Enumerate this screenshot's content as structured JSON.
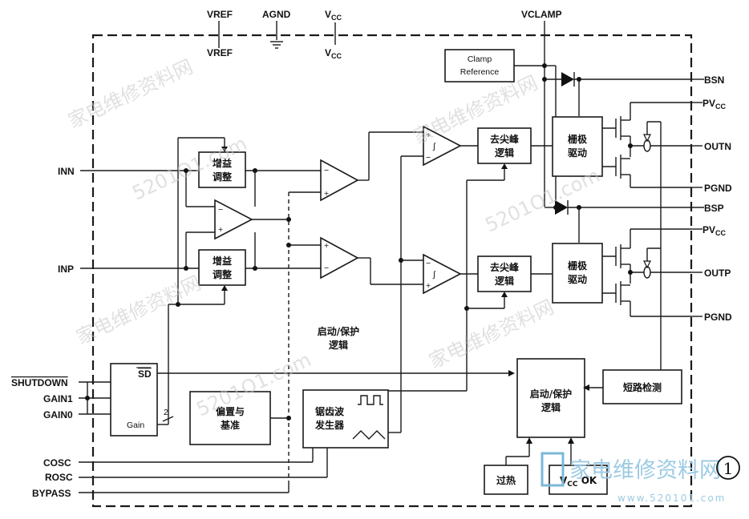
{
  "top_pins": {
    "vref_top": "VREF",
    "vref_bottom": "VREF",
    "agnd": "AGND",
    "vcc_top": "V",
    "vcc_top_sub": "CC",
    "vcc_bottom": "V",
    "vcc_bottom_sub": "CC",
    "vclamp": "VCLAMP"
  },
  "left_pins": {
    "inn": "INN",
    "inp": "INP",
    "shutdown": "SHUTDOWN",
    "gain1": "GAIN1",
    "gain0": "GAIN0",
    "cosc": "COSC",
    "rosc": "ROSC",
    "bypass": "BYPASS"
  },
  "right_pins": {
    "bsn": "BSN",
    "pvcc_1": "PV",
    "pvcc_1_sub": "CC",
    "outn": "OUTN",
    "pgnd_1": "PGND",
    "bsp": "BSP",
    "pvcc_2": "PV",
    "pvcc_2_sub": "CC",
    "outp": "OUTP",
    "pgnd_2": "PGND"
  },
  "blocks": {
    "clamp_ref_line1": "Clamp",
    "clamp_ref_line2": "Reference",
    "gain_adjust_1_line1": "增益",
    "gain_adjust_1_line2": "调整",
    "gain_adjust_2_line1": "增益",
    "gain_adjust_2_line2": "调整",
    "deglitch_1_line1": "去尖峰",
    "deglitch_1_line2": "逻辑",
    "deglitch_2_line1": "去尖峰",
    "deglitch_2_line2": "逻辑",
    "gate_drive_1_line1": "栅极",
    "gate_drive_1_line2": "驱动",
    "gate_drive_2_line1": "栅极",
    "gate_drive_2_line2": "驱动",
    "startup_label_line1": "启动/保护",
    "startup_label_line2": "逻辑",
    "startup_box_line1": "启动/保护",
    "startup_box_line2": "逻辑",
    "short_detect": "短路检测",
    "bias_line1": "偏置与",
    "bias_line2": "基准",
    "ramp_line1": "锯齿波",
    "ramp_line2": "发生器",
    "overtemp": "过热",
    "vcc_ok": "V",
    "vcc_ok_sub": "CC",
    "vcc_ok_tail": " OK",
    "gain_ctrl_sd": "SD",
    "gain_ctrl_gain": "Gain",
    "gain_ctrl_bits": "2"
  },
  "watermark": {
    "site": "5201O1.com",
    "brand": "家电维修资料网",
    "footer": "家电维修资料网",
    "footer_url": "www.520101.com",
    "figure_no": "1"
  }
}
